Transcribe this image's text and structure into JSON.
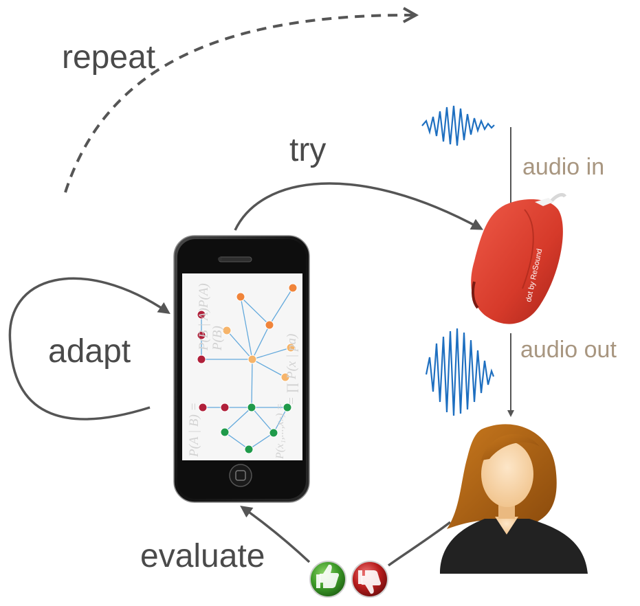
{
  "labels": {
    "repeat": "repeat",
    "try": "try",
    "adapt": "adapt",
    "evaluate": "evaluate",
    "audio_in": "audio in",
    "audio_out": "audio out"
  },
  "device_brand": "dot by ReSound",
  "formulas": {
    "bayes": "P(B | A)P(A)",
    "prior": "P(B)",
    "conditional": "P(A | B) =",
    "product": "= ∏ P(x | pa)",
    "joint": "P(x₁,...,xₙ) ="
  },
  "icons": [
    "thumbs-up-icon",
    "thumbs-down-icon",
    "waveform-icon",
    "woman-avatar-icon",
    "smartphone-icon",
    "hearing-aid-icon"
  ],
  "colors": {
    "arrow": "#555555",
    "label": "#4a4a4a",
    "audio_label": "#a89680",
    "wave": "#1e6fc0",
    "hearing_aid": "#d63a2a",
    "thumbs_up": "#3d9a28",
    "thumbs_down": "#b81d1d",
    "node_red": "#b0203a",
    "node_orange": "#f0843a",
    "node_light_orange": "#f6b46a",
    "node_green": "#1f9a4a"
  }
}
